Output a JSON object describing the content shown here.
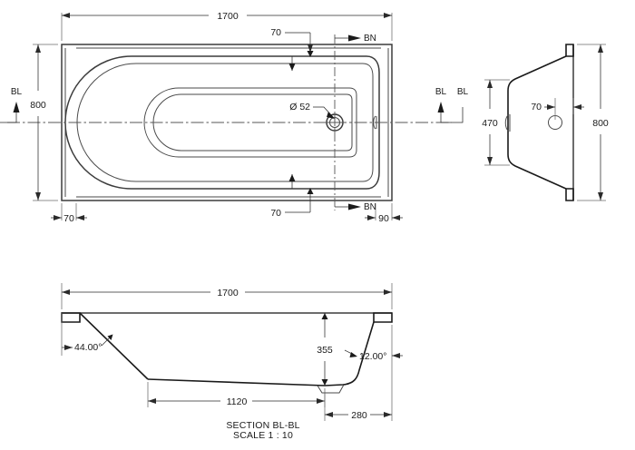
{
  "drawing": {
    "title": "Bath tub technical drawing",
    "units": "mm",
    "line_color": "#3c3c3c",
    "dim_color": "#1a1a1a"
  },
  "plan_view": {
    "name": "plan-view",
    "dimensions": {
      "overall_length": "1700",
      "overall_width": "800",
      "left_rim": "70",
      "right_rim": "90",
      "top_rim": "70",
      "bottom_rim": "70",
      "drain_diameter": "Ø 52"
    },
    "section_markers": {
      "bl_left": "BL",
      "bl_right": "BL",
      "bn_top": "BN",
      "bn_bottom": "BN"
    }
  },
  "end_view": {
    "name": "end-view",
    "dimensions": {
      "height_inner": "470",
      "width_overall": "800",
      "overflow_offset": "70"
    },
    "section_markers": {
      "bl": "BL"
    }
  },
  "section_view": {
    "name": "section-view-bl-bl",
    "caption_line1": "SECTION BL-BL",
    "caption_line2": "SCALE 1 : 10",
    "dimensions": {
      "overall_length": "1700",
      "base_length": "1120",
      "depth": "355",
      "right_offset": "280",
      "left_angle": "44.00°",
      "right_angle": "12.00°"
    }
  }
}
